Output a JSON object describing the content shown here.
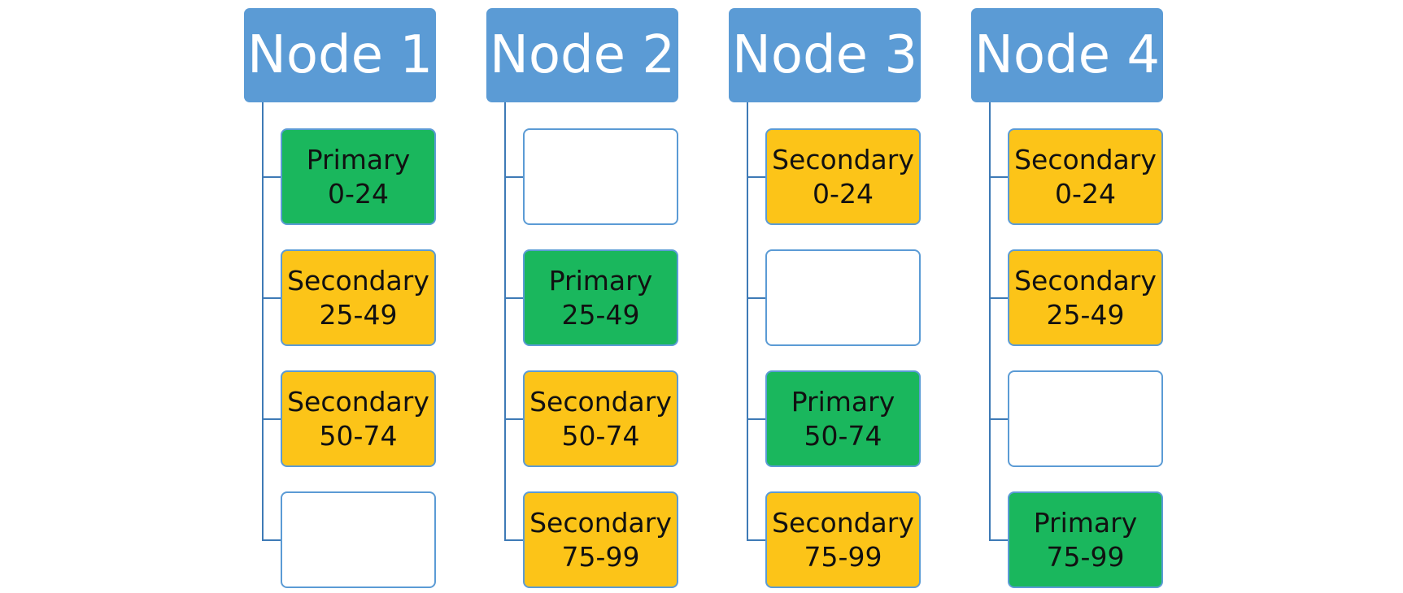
{
  "colors": {
    "node_header": "#5b9bd5",
    "connector": "#3e7ab6",
    "primary": "#1ab75d",
    "secondary": "#fcc418",
    "empty": "#ffffff"
  },
  "nodes": [
    {
      "title": "Node 1",
      "shards": [
        {
          "role": "Primary",
          "range": "0-24"
        },
        {
          "role": "Secondary",
          "range": "25-49"
        },
        {
          "role": "Secondary",
          "range": "50-74"
        },
        {
          "role": "",
          "range": ""
        }
      ]
    },
    {
      "title": "Node 2",
      "shards": [
        {
          "role": "",
          "range": ""
        },
        {
          "role": "Primary",
          "range": "25-49"
        },
        {
          "role": "Secondary",
          "range": "50-74"
        },
        {
          "role": "Secondary",
          "range": "75-99"
        }
      ]
    },
    {
      "title": "Node 3",
      "shards": [
        {
          "role": "Secondary",
          "range": "0-24"
        },
        {
          "role": "",
          "range": ""
        },
        {
          "role": "Primary",
          "range": "50-74"
        },
        {
          "role": "Secondary",
          "range": "75-99"
        }
      ]
    },
    {
      "title": "Node 4",
      "shards": [
        {
          "role": "Secondary",
          "range": "0-24"
        },
        {
          "role": "Secondary",
          "range": "25-49"
        },
        {
          "role": "",
          "range": ""
        },
        {
          "role": "Primary",
          "range": "75-99"
        }
      ]
    }
  ]
}
